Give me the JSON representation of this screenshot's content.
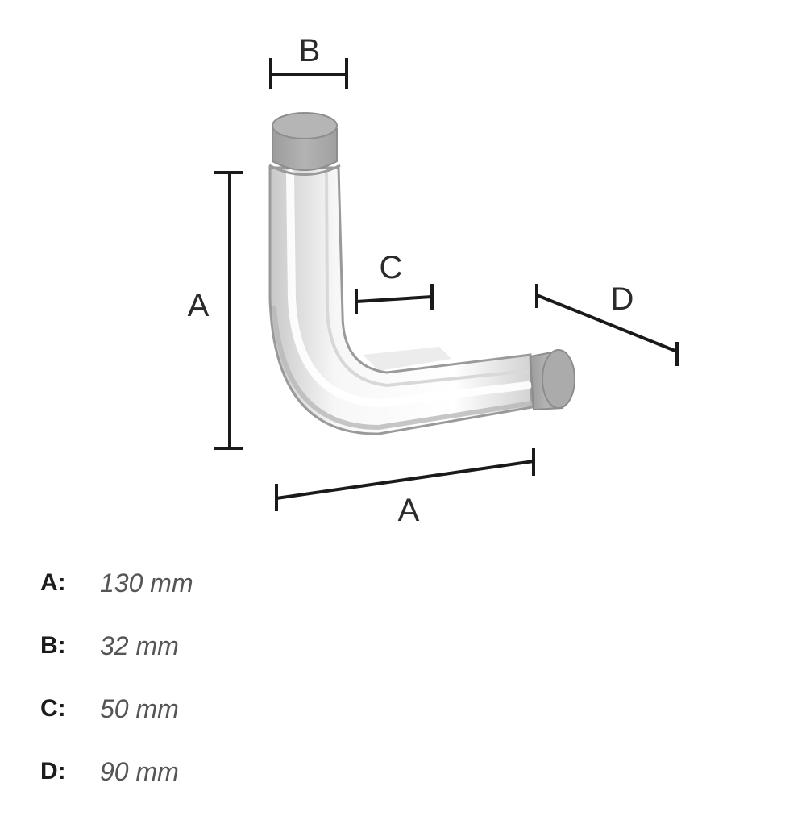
{
  "diagram": {
    "labels": {
      "top": "B",
      "left": "A",
      "bottom": "A",
      "inner": "C",
      "right": "D"
    },
    "colors": {
      "line": "#1a1a1a",
      "tube_light": "#f4f4f4",
      "tube_shade": "#c9c9c9",
      "end_cap": "#a6a6a6"
    }
  },
  "specs": [
    {
      "key": "A:",
      "value": "130 mm"
    },
    {
      "key": "B:",
      "value": "32 mm"
    },
    {
      "key": "C:",
      "value": "50 mm"
    },
    {
      "key": "D:",
      "value": "90 mm"
    }
  ]
}
